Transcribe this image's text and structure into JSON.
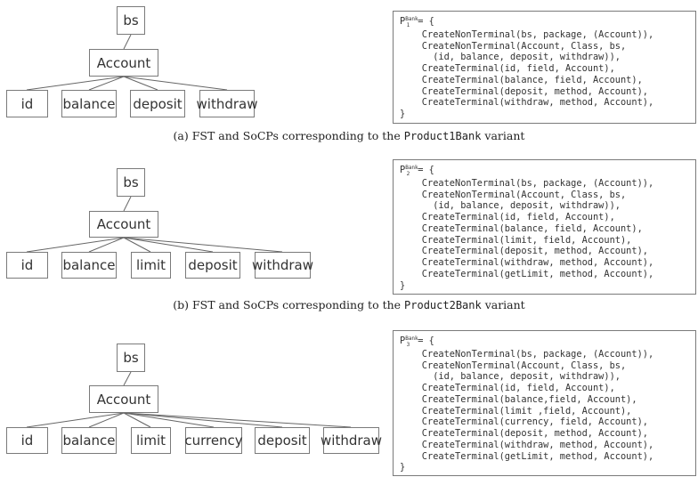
{
  "panels": [
    {
      "tree": {
        "root": "bs",
        "child": "Account",
        "leaves": [
          "id",
          "balance",
          "deposit",
          "withdraw"
        ]
      },
      "code": {
        "header_prefix": "P",
        "header_sup": "Bank",
        "header_sub": "1",
        "header_suffix": "= {",
        "lines": [
          "    CreateNonTerminal(bs, package, (Account)),",
          "    CreateNonTerminal(Account, Class, bs,",
          "      (id, balance, deposit, withdraw)),",
          "    CreateTerminal(id, field, Account),",
          "    CreateTerminal(balance, field, Account),",
          "    CreateTerminal(deposit, method, Account),",
          "    CreateTerminal(withdraw, method, Account),"
        ],
        "footer": "}"
      },
      "caption": {
        "label": "(a) FST and SoCPs corresponding to the ",
        "variant": "Product1Bank",
        "suffix": " variant"
      }
    },
    {
      "tree": {
        "root": "bs",
        "child": "Account",
        "leaves": [
          "id",
          "balance",
          "limit",
          "deposit",
          "withdraw"
        ]
      },
      "code": {
        "header_prefix": "P",
        "header_sup": "Bank",
        "header_sub": "2",
        "header_suffix": "= {",
        "lines": [
          "    CreateNonTerminal(bs, package, (Account)),",
          "    CreateNonTerminal(Account, Class, bs,",
          "      (id, balance, deposit, withdraw)),",
          "    CreateTerminal(id, field, Account),",
          "    CreateTerminal(balance, field, Account),",
          "    CreateTerminal(limit, field, Account),",
          "    CreateTerminal(deposit, method, Account),",
          "    CreateTerminal(withdraw, method, Account),",
          "    CreateTerminal(getLimit, method, Account),"
        ],
        "footer": "}"
      },
      "caption": {
        "label": "(b) FST and SoCPs corresponding to the ",
        "variant": "Product2Bank",
        "suffix": " variant"
      }
    },
    {
      "tree": {
        "root": "bs",
        "child": "Account",
        "leaves": [
          "id",
          "balance",
          "limit",
          "currency",
          "deposit",
          "withdraw"
        ]
      },
      "code": {
        "header_prefix": "P",
        "header_sup": "Bank",
        "header_sub": "3",
        "header_suffix": "= {",
        "lines": [
          "    CreateNonTerminal(bs, package, (Account)),",
          "    CreateNonTerminal(Account, Class, bs,",
          "      (id, balance, deposit, withdraw)),",
          "    CreateTerminal(id, field, Account),",
          "    CreateTerminal(balance,field, Account),",
          "    CreateTerminal(limit ,field, Account),",
          "    CreateTerminal(currency, field, Account),",
          "    CreateTerminal(deposit, method, Account),",
          "    CreateTerminal(withdraw, method, Account),",
          "    CreateTerminal(getLimit, method, Account),"
        ],
        "footer": "}"
      },
      "caption": {
        "label": "",
        "variant": "",
        "suffix": ""
      }
    }
  ]
}
